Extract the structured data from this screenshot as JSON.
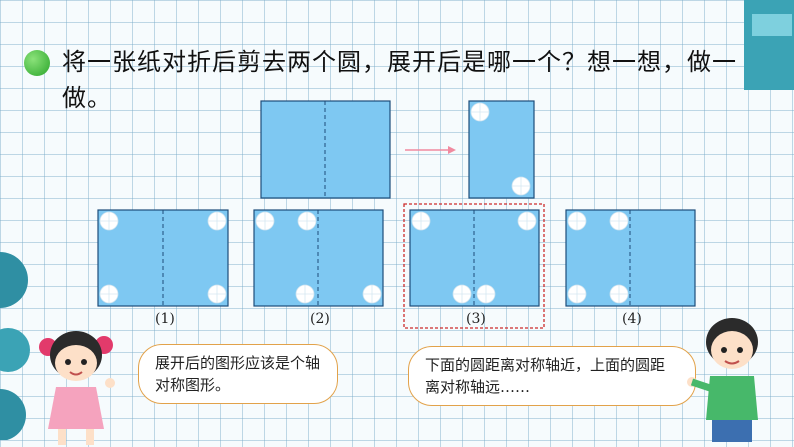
{
  "question": "将一张纸对折后剪去两个圆，展开后是哪一个？想一想，做一做。",
  "options": [
    "(1)",
    "(2)",
    "(3)",
    "(4)"
  ],
  "girl_speech": "展开后的图形应该是个轴对称图形。",
  "boy_speech": "下面的圆距离对称轴近，上面的圆距离对称轴远……",
  "selected_option": "(3)",
  "colors": {
    "paper": "#7ec8f2",
    "highlight": "#cc2b2b",
    "arrow": "#f08aa0",
    "bubble_border": "#e2a24a"
  },
  "icons": [
    "green-dot-icon",
    "right-arrow-icon"
  ]
}
